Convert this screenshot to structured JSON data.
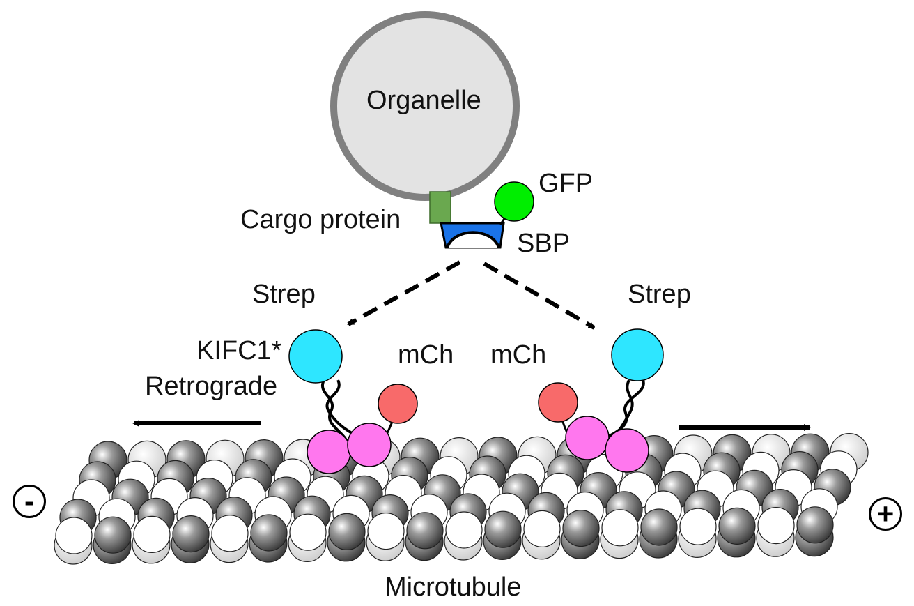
{
  "labels": {
    "organelle": "Organelle",
    "gfp": "GFP",
    "cargo_protein": "Cargo protein",
    "sbp": "SBP",
    "strep_left": "Strep",
    "strep_right": "Strep",
    "kifc1": "KIFC1*",
    "retrograde": "Retrograde",
    "mch_left": "mCh",
    "mch_right": "mCh",
    "microtubule": "Microtubule",
    "minus_end": "-",
    "plus_end": "+"
  },
  "colors": {
    "organelle_outline": "#808080",
    "organelle_fill": "#e3e3e3",
    "cargo_protein": "#6aa84f",
    "gfp": "#00ee00",
    "sbp": "#1a73e8",
    "strep": "#2ee6ff",
    "motor_head": "#ff77ee",
    "mcherry": "#f86a6a",
    "tubulin_dark": "#555555",
    "tubulin_light": "#ffffff"
  }
}
